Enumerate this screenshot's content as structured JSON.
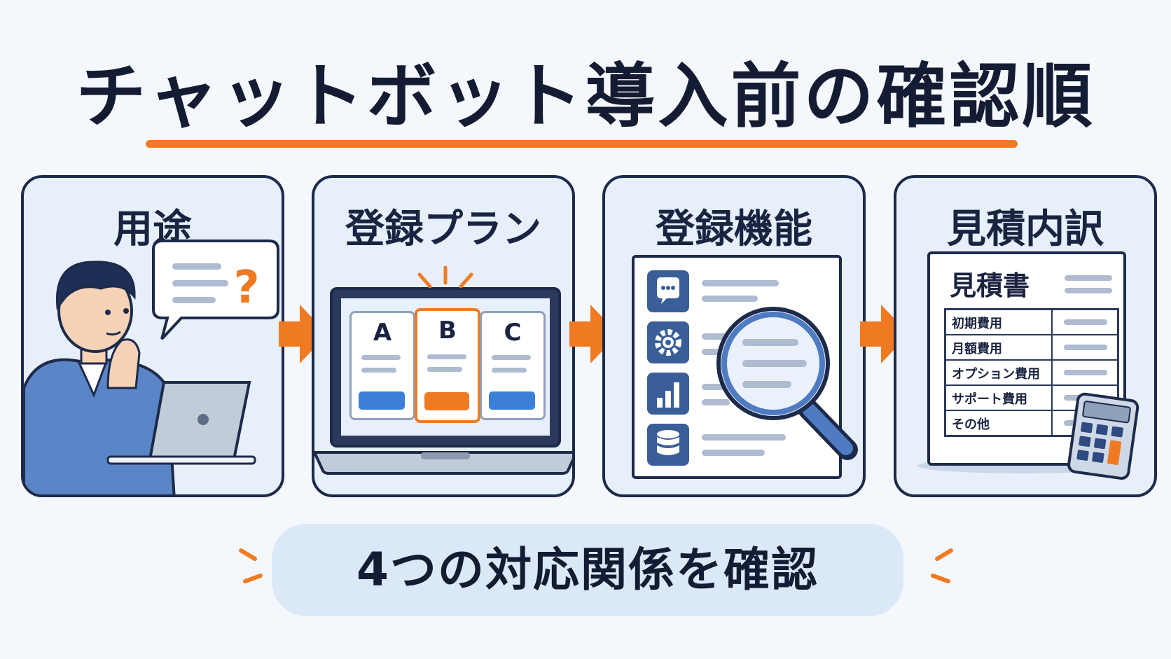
{
  "title": "チャットボット導入前の確認順",
  "panels": [
    {
      "title": "用途"
    },
    {
      "title": "登録プラン",
      "plans": [
        "A",
        "B",
        "C"
      ]
    },
    {
      "title": "登録機能"
    },
    {
      "title": "見積内訳",
      "doc_title": "見積書",
      "items": [
        "初期費用",
        "月額費用",
        "オプション費用",
        "サポート費用",
        "その他"
      ]
    }
  ],
  "question_mark": "?",
  "footer": "4つの対応関係を確認",
  "icons": [
    "person-icon",
    "laptop-icon",
    "speech-bubble-icon",
    "chat-icon",
    "gear-icon",
    "bar-chart-icon",
    "database-icon",
    "magnifier-icon",
    "calculator-icon",
    "arrow-right-icon"
  ],
  "colors": {
    "accent": "#f07a22",
    "primary": "#1d2a4a",
    "blue": "#3b7fd9",
    "panel_bg": "#e6effa"
  }
}
